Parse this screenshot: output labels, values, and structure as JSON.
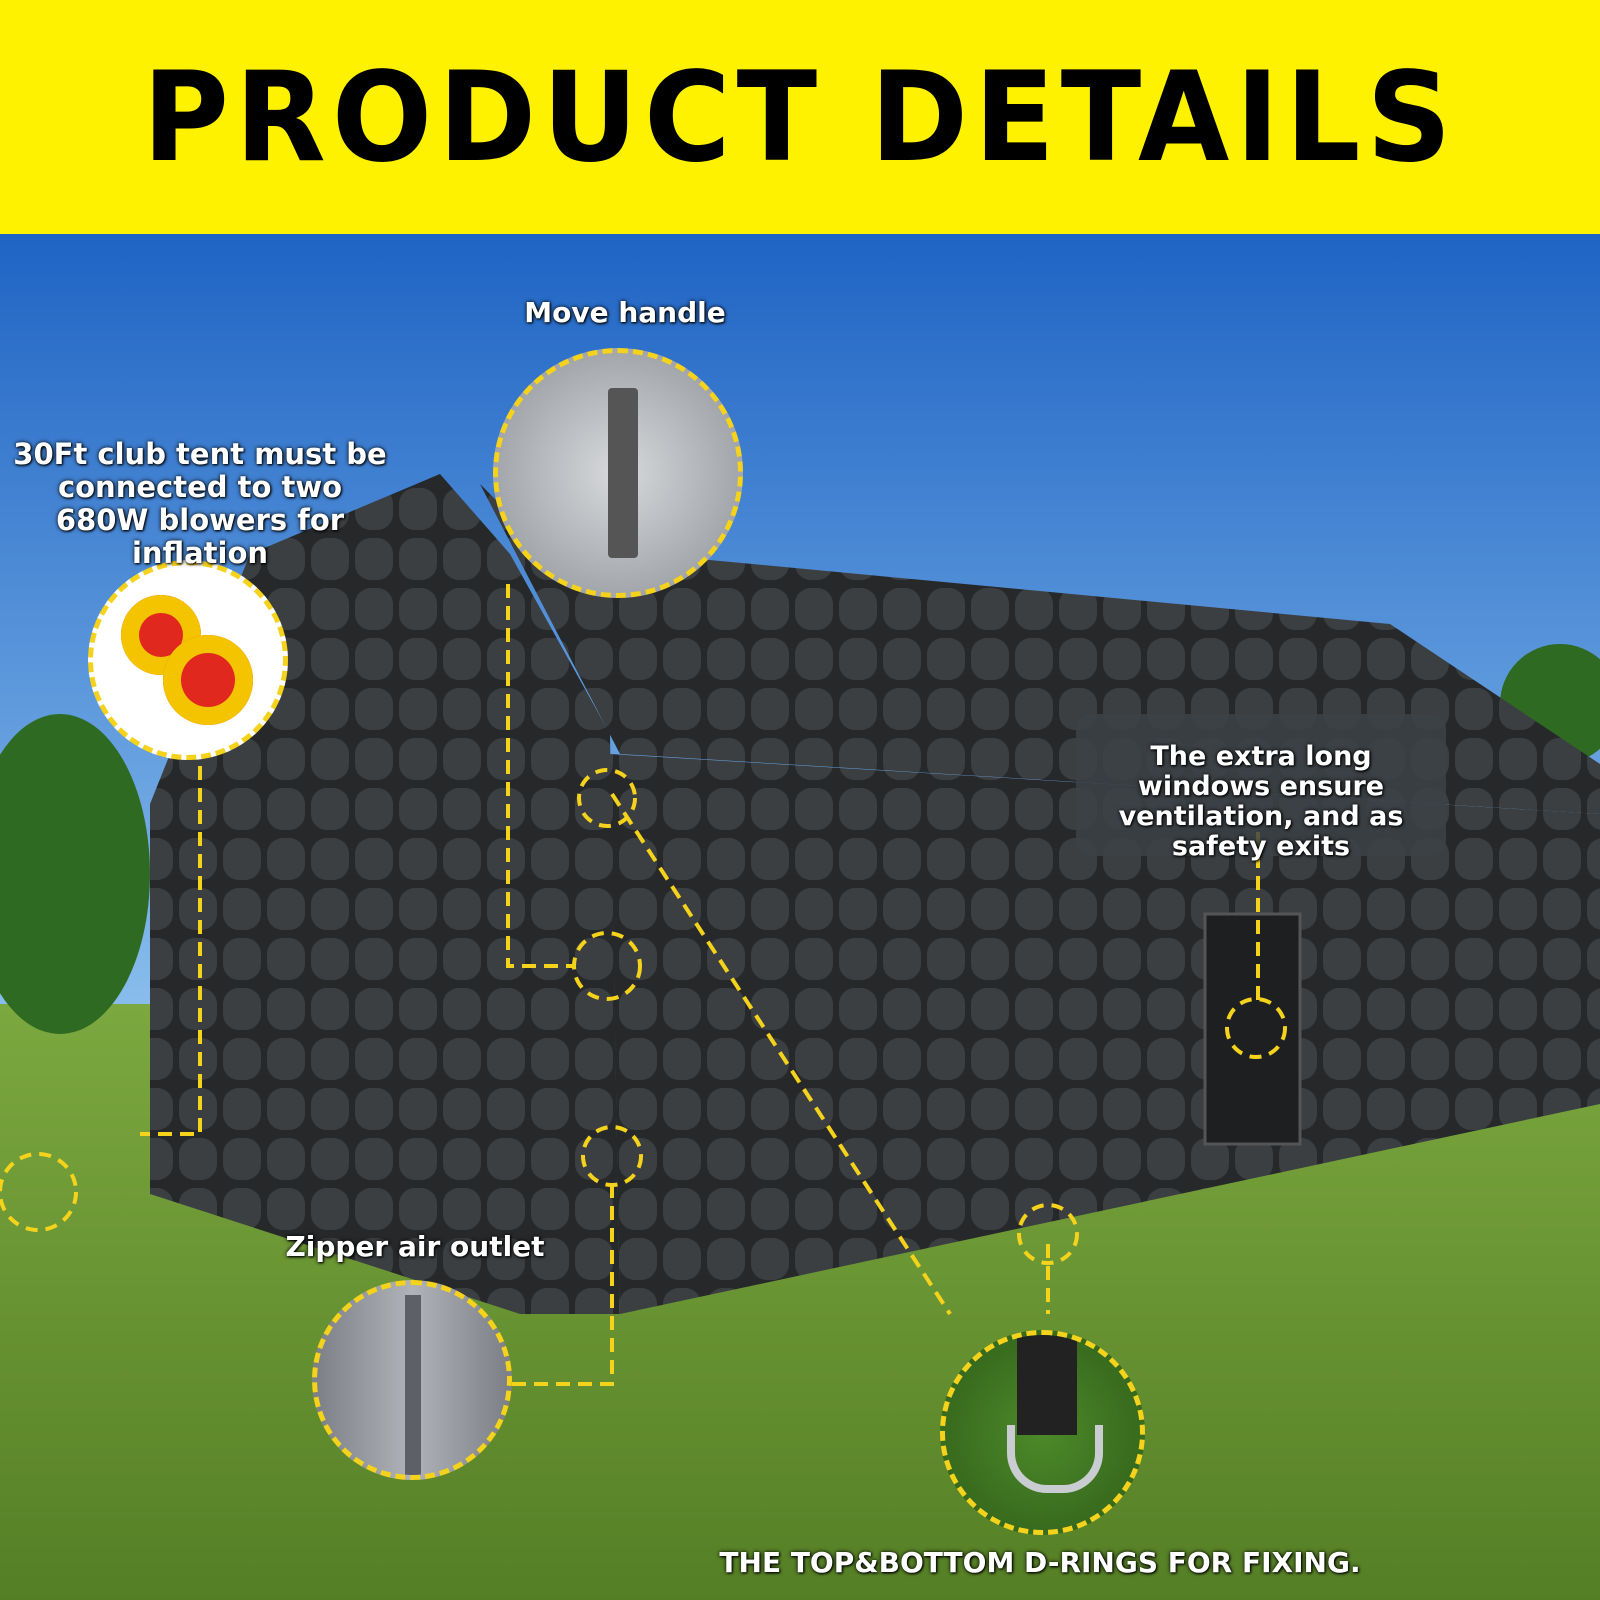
{
  "header": {
    "title": "PRODUCT DETAILS"
  },
  "colors": {
    "banner": "#fff200",
    "callout_line": "#f5d21b",
    "tent": "#2a2c2e",
    "sky": "#2e74d0",
    "grass": "#6a9a34"
  },
  "callouts": {
    "blowers": "30Ft club tent must be connected to two 680W blowers for inflation",
    "move_handle": "Move handle",
    "windows": "The extra long windows ensure ventilation, and as safety exits",
    "zipper": "Zipper air outlet",
    "d_rings": "THE TOP&BOTTOM D-RINGS FOR FIXING."
  }
}
